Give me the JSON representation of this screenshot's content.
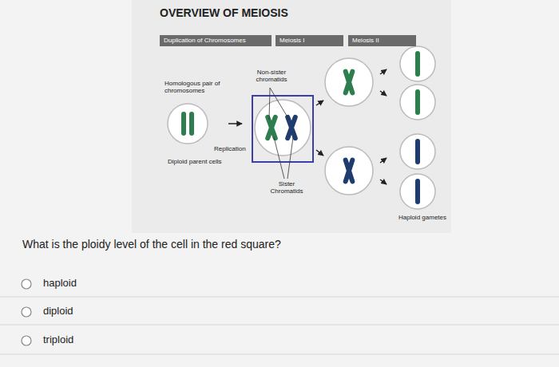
{
  "diagram": {
    "title": "OVERVIEW OF MEIOSIS",
    "nodes": [
      {
        "text": [
          "Duplication of Chromosomes"
        ]
      },
      {
        "text": [
          "Meiosis I"
        ]
      },
      {
        "text": [
          "Meiosis II"
        ]
      }
    ],
    "labels": [
      "Non-sister chromatids",
      "Homologous pair of chromosomes",
      "Replication",
      "Diploid parent cells",
      "Sister Chromatids",
      "Haploid gametes",
      "What is the ploidy level of the cell in the red square?",
      "haploid",
      "diploid",
      "triploid"
    ]
  }
}
